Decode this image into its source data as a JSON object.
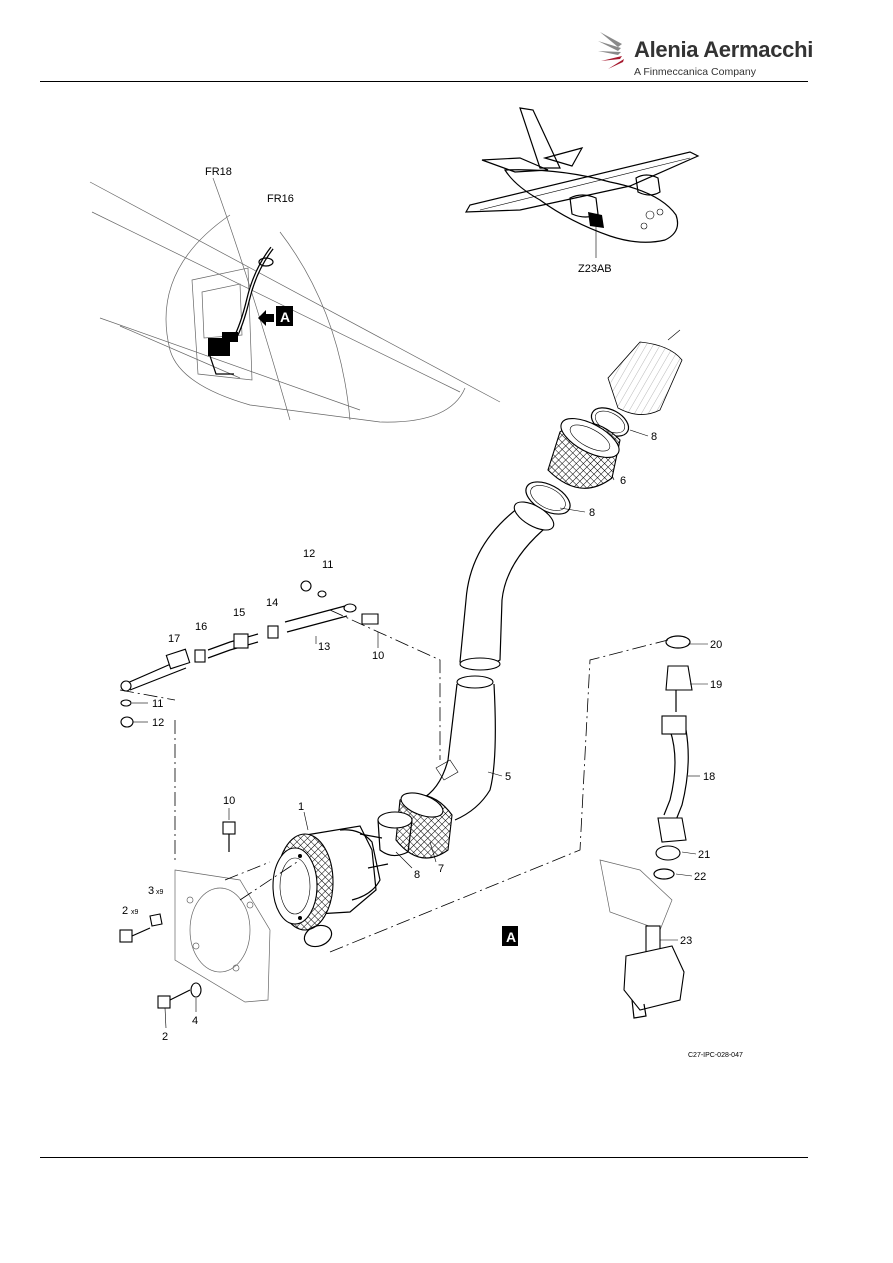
{
  "header": {
    "logo_name": "Alenia Aermacchi",
    "logo_subtitle": "A Finmeccanica Company",
    "brand_color": "#a6192e"
  },
  "view_labels": {
    "fr18": "FR18",
    "fr16": "FR16",
    "zone": "Z23AB",
    "view_a": "A"
  },
  "callouts": [
    {
      "id": "c1",
      "text": "1"
    },
    {
      "id": "c2a",
      "text": "2"
    },
    {
      "id": "c2b",
      "text": "2"
    },
    {
      "id": "c3",
      "text": "3"
    },
    {
      "id": "c4",
      "text": "4"
    },
    {
      "id": "c5",
      "text": "5"
    },
    {
      "id": "c6",
      "text": "6"
    },
    {
      "id": "c7",
      "text": "7"
    },
    {
      "id": "c8a",
      "text": "8"
    },
    {
      "id": "c8b",
      "text": "8"
    },
    {
      "id": "c8c",
      "text": "8"
    },
    {
      "id": "c10a",
      "text": "10"
    },
    {
      "id": "c10b",
      "text": "10"
    },
    {
      "id": "c11a",
      "text": "11"
    },
    {
      "id": "c11b",
      "text": "11"
    },
    {
      "id": "c12a",
      "text": "12"
    },
    {
      "id": "c12b",
      "text": "12"
    },
    {
      "id": "c13",
      "text": "13"
    },
    {
      "id": "c14",
      "text": "14"
    },
    {
      "id": "c15",
      "text": "15"
    },
    {
      "id": "c16",
      "text": "16"
    },
    {
      "id": "c17",
      "text": "17"
    },
    {
      "id": "c18",
      "text": "18"
    },
    {
      "id": "c19",
      "text": "19"
    },
    {
      "id": "c20",
      "text": "20"
    },
    {
      "id": "c21",
      "text": "21"
    },
    {
      "id": "c22",
      "text": "22"
    },
    {
      "id": "c23",
      "text": "23"
    }
  ],
  "quantities": {
    "q2": "x9",
    "q3": "x9"
  },
  "figure_ref": "C27-IPC-028-047"
}
